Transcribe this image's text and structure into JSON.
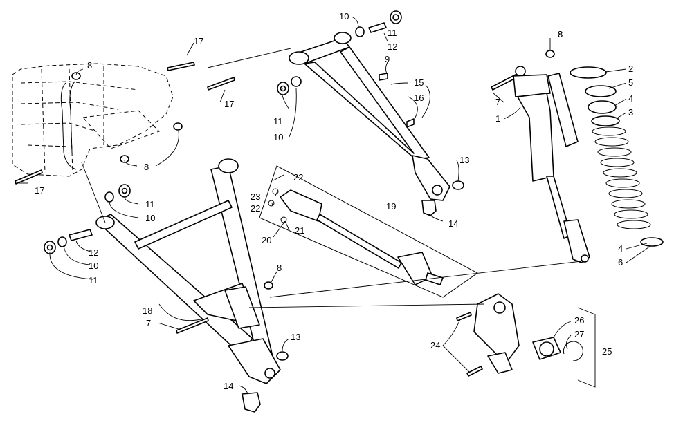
{
  "callouts": [
    {
      "id": "c10a",
      "text": "10"
    },
    {
      "id": "c11a",
      "text": "11"
    },
    {
      "id": "c12a",
      "text": "12"
    },
    {
      "id": "c8a",
      "text": "8"
    },
    {
      "id": "c17a",
      "text": "17"
    },
    {
      "id": "c8b",
      "text": "8"
    },
    {
      "id": "c17b",
      "text": "17"
    },
    {
      "id": "c9",
      "text": "9"
    },
    {
      "id": "c15",
      "text": "15"
    },
    {
      "id": "c16",
      "text": "16"
    },
    {
      "id": "c11b",
      "text": "11"
    },
    {
      "id": "c10b",
      "text": "10"
    },
    {
      "id": "c8c",
      "text": "8"
    },
    {
      "id": "c17c",
      "text": "17"
    },
    {
      "id": "c13a",
      "text": "13"
    },
    {
      "id": "c14a",
      "text": "14"
    },
    {
      "id": "c22a",
      "text": "22"
    },
    {
      "id": "c23",
      "text": "23"
    },
    {
      "id": "c22b",
      "text": "22"
    },
    {
      "id": "c19",
      "text": "19"
    },
    {
      "id": "c21",
      "text": "21"
    },
    {
      "id": "c20",
      "text": "20"
    },
    {
      "id": "c11c",
      "text": "11"
    },
    {
      "id": "c10c",
      "text": "10"
    },
    {
      "id": "c12b",
      "text": "12"
    },
    {
      "id": "c10d",
      "text": "10"
    },
    {
      "id": "c11d",
      "text": "11"
    },
    {
      "id": "c8d",
      "text": "8"
    },
    {
      "id": "c18",
      "text": "18"
    },
    {
      "id": "c7a",
      "text": "7"
    },
    {
      "id": "c13b",
      "text": "13"
    },
    {
      "id": "c14b",
      "text": "14"
    },
    {
      "id": "c8e",
      "text": "8"
    },
    {
      "id": "c7b",
      "text": "7"
    },
    {
      "id": "c1",
      "text": "1"
    },
    {
      "id": "c2",
      "text": "2"
    },
    {
      "id": "c5",
      "text": "5"
    },
    {
      "id": "c4a",
      "text": "4"
    },
    {
      "id": "c3",
      "text": "3"
    },
    {
      "id": "c4b",
      "text": "4"
    },
    {
      "id": "c6",
      "text": "6"
    },
    {
      "id": "c24",
      "text": "24"
    },
    {
      "id": "c26",
      "text": "26"
    },
    {
      "id": "c27",
      "text": "27"
    },
    {
      "id": "c25",
      "text": "25"
    }
  ]
}
